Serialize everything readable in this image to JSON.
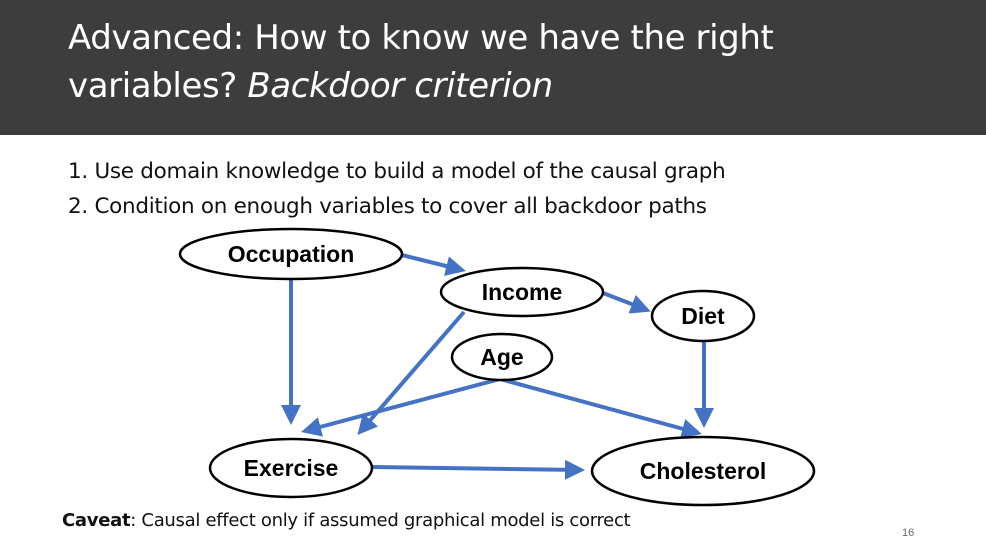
{
  "slide": {
    "title_line1": "Advanced: How to know we have the right",
    "title_line2_plain": "variables? ",
    "title_line2_italic": "Backdoor criterion",
    "bullets": [
      "1. Use domain knowledge to build a model of the causal graph",
      "2. Condition on enough variables to cover all backdoor paths"
    ],
    "caveat_label": "Caveat",
    "caveat_text": ": Causal effect only if assumed graphical model is correct",
    "page_number": "16"
  },
  "graph": {
    "nodes": {
      "occupation": "Occupation",
      "income": "Income",
      "diet": "Diet",
      "age": "Age",
      "exercise": "Exercise",
      "cholesterol": "Cholesterol"
    },
    "edges": [
      [
        "Occupation",
        "Income"
      ],
      [
        "Occupation",
        "Exercise"
      ],
      [
        "Income",
        "Diet"
      ],
      [
        "Income",
        "Exercise"
      ],
      [
        "Age",
        "Exercise"
      ],
      [
        "Age",
        "Cholesterol"
      ],
      [
        "Diet",
        "Cholesterol"
      ],
      [
        "Exercise",
        "Cholesterol"
      ]
    ]
  },
  "colors": {
    "header_bg": "#3d3d3d",
    "edge": "#4472c4",
    "node_stroke": "#000000"
  }
}
